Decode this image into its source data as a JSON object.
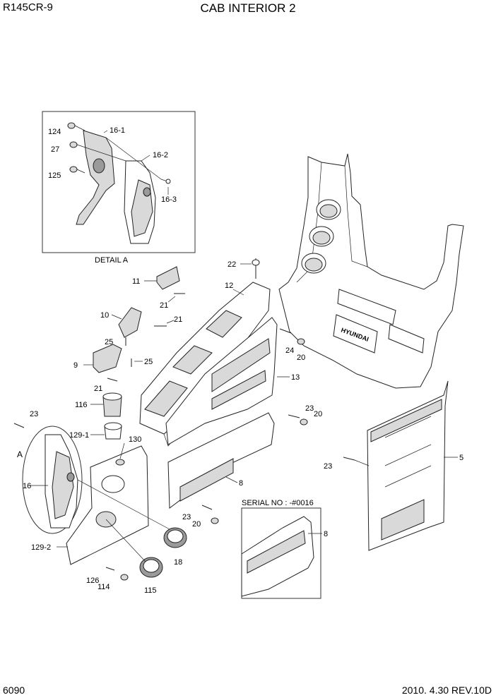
{
  "header": {
    "model": "R145CR-9",
    "title": "CAB INTERIOR 2"
  },
  "footer": {
    "page_number": "6090",
    "date_rev": "2010. 4.30  REV.10D"
  },
  "detail_a": {
    "caption": "DETAIL A",
    "label": "A"
  },
  "serial_box": {
    "caption": "SERIAL NO : -#0016"
  },
  "callouts": {
    "c124": "124",
    "c27": "27",
    "c125": "125",
    "c16_1": "16-1",
    "c16_2": "16-2",
    "c16_3": "16-3",
    "c22": "22",
    "c11": "11",
    "c12": "12",
    "c21a": "21",
    "c10": "10",
    "c21b": "21",
    "c25a": "25",
    "c9": "9",
    "c25b": "25",
    "c21c": "21",
    "c24": "24",
    "c20a": "20",
    "c13": "13",
    "c23a": "23",
    "c20b": "20",
    "c116": "116",
    "c23b": "23",
    "c129_1": "129-1",
    "c130": "130",
    "cA": "A",
    "c16": "16",
    "c8a": "8",
    "c5": "5",
    "c23c": "23",
    "c23d": "23",
    "c20c": "20",
    "c129_2": "129-2",
    "c18": "18",
    "c126": "126",
    "c114": "114",
    "c115": "115",
    "c8b": "8"
  }
}
